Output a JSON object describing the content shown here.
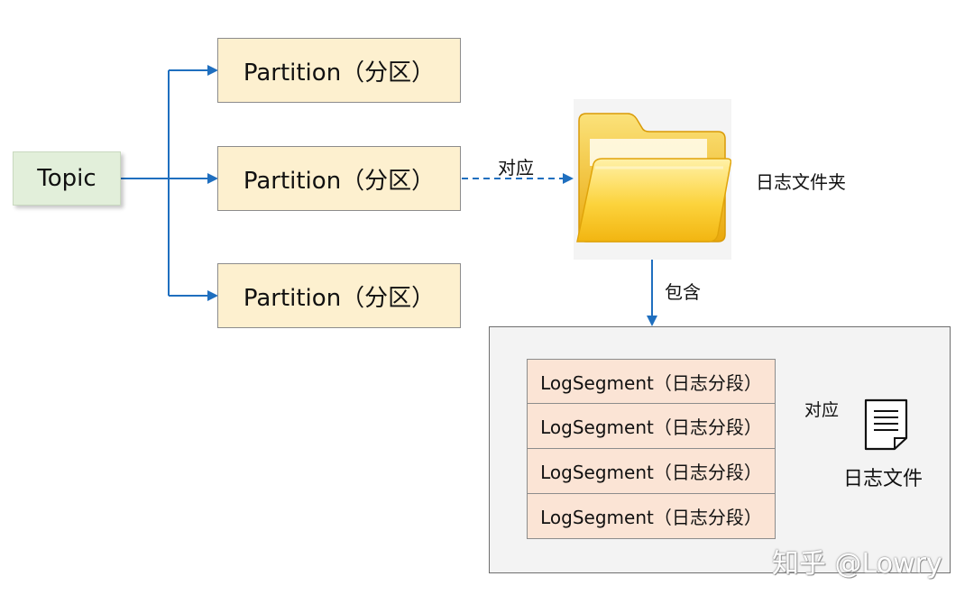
{
  "topic": {
    "label": "Topic"
  },
  "partitions": [
    {
      "label": "Partition（分区）"
    },
    {
      "label": "Partition（分区）"
    },
    {
      "label": "Partition（分区）"
    }
  ],
  "edges": {
    "partition_to_folder": "对应",
    "folder_to_segments": "包含",
    "segment_to_file": "对应"
  },
  "folder": {
    "label": "日志文件夹",
    "icon": "folder-icon"
  },
  "log_segments": [
    {
      "label": "LogSegment（日志分段）"
    },
    {
      "label": "LogSegment（日志分段）"
    },
    {
      "label": "LogSegment（日志分段）"
    },
    {
      "label": "LogSegment（日志分段）"
    }
  ],
  "log_file": {
    "label": "日志文件",
    "icon": "document-icon"
  },
  "watermark": "知乎 @Lowry",
  "colors": {
    "arrow": "#1f6fbf",
    "topic_fill": "#e2efda",
    "partition_fill": "#fdf0cf",
    "segment_fill": "#fbe4d5",
    "panel_fill": "#f3f3f3",
    "folder": "#f5c21a"
  }
}
